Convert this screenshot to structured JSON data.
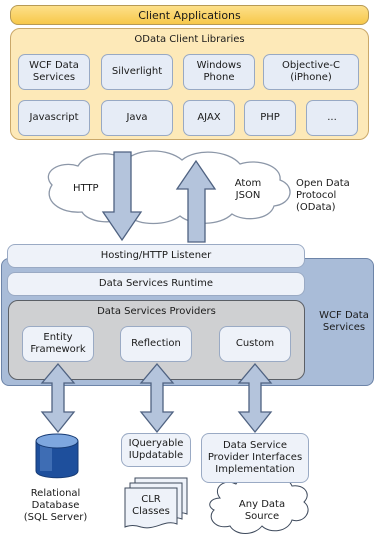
{
  "client_applications": "Client Applications",
  "odata_libraries": {
    "title": "OData Client Libraries",
    "row1": [
      "WCF Data\nServices",
      "Silverlight",
      "Windows\nPhone",
      "Objective-C\n(iPhone)"
    ],
    "row2": [
      "Javascript",
      "Java",
      "AJAX",
      "PHP",
      "..."
    ]
  },
  "transport": {
    "http": "HTTP",
    "atom_json": "Atom\nJSON",
    "open_data_protocol": "Open Data\nProtocol (OData)"
  },
  "wcf": {
    "label": "WCF Data\nServices",
    "hosting": "Hosting/HTTP Listener",
    "runtime": "Data Services Runtime",
    "providers_title": "Data Services Providers",
    "providers": [
      "Entity\nFramework",
      "Reflection",
      "Custom"
    ]
  },
  "backends": {
    "relational": "Relational\nDatabase\n(SQL Server)",
    "iqueryable": "IQueryable\nIUpdatable",
    "clr": "CLR\nClasses",
    "provider_interfaces": "Data Service\nProvider Interfaces\nImplementation",
    "any_source": "Any Data\nSource"
  },
  "colors": {
    "arrow_fill": "#b4c4dc",
    "arrow_stroke": "#4f6281",
    "cloud_fill": "#ffffff",
    "cloud_stroke": "#8c97a8"
  }
}
